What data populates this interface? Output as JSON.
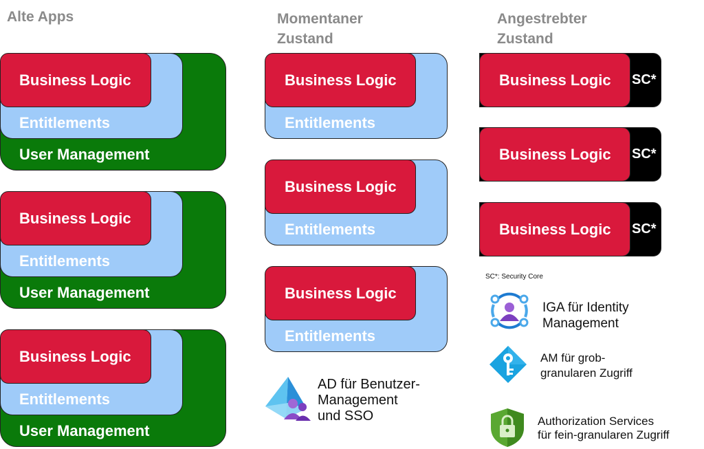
{
  "columns": {
    "alt": {
      "title": "Alte Apps"
    },
    "momentan": {
      "title_line1": "Momentaner",
      "title_line2": "Zustand"
    },
    "angestrebt": {
      "title_line1": "Angestrebter",
      "title_line2": "Zustand"
    }
  },
  "labels": {
    "business_logic": "Business Logic",
    "entitlements": "Entitlements",
    "user_management": "User Management",
    "security_core": "SC*"
  },
  "notes": {
    "sc_footnote": "SC*: Security Core"
  },
  "legend": {
    "ad": {
      "line1": "AD für Benutzer-",
      "line2": "Management",
      "line3": "und SSO",
      "icon": "azure-ad-icon"
    },
    "iga": {
      "line1": "IGA für Identity",
      "line2": "Management",
      "icon": "identity-governance-icon"
    },
    "am": {
      "line1": "AM für grob-",
      "line2": "granularen Zugriff",
      "icon": "key-icon"
    },
    "authz": {
      "line1": "Authorization Services",
      "line2": "für fein-granularen Zugriff",
      "icon": "lock-shield-icon"
    }
  },
  "colors": {
    "business_logic": "#d9193c",
    "entitlements": "#9fcbf9",
    "user_management": "#0a7a0a",
    "security_core": "#000000",
    "heading": "#8a8a8a"
  }
}
